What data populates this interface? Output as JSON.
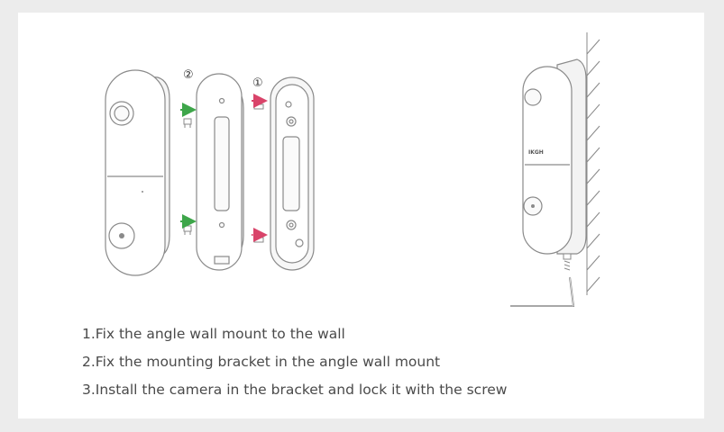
{
  "markers": {
    "step_two": "②",
    "step_one": "①"
  },
  "camera": {
    "brand": "IKGH"
  },
  "colors": {
    "green_arrow": "#3ea64a",
    "red_arrow": "#d9446a",
    "line": "#8a8a8a",
    "frame": "#ececec"
  },
  "instructions": [
    "1.Fix the angle wall mount to the wall",
    "2.Fix the mounting bracket in the angle wall mount",
    "3.Install the camera in the bracket and lock it with the screw"
  ]
}
